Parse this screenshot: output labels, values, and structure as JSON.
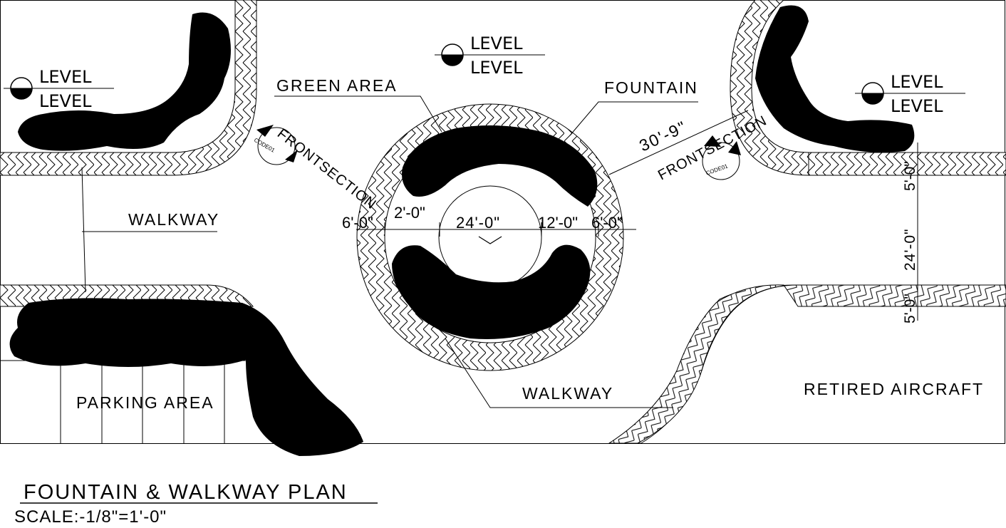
{
  "levels": [
    {
      "top": "LEVEL",
      "bottom": "LEVEL"
    },
    {
      "top": "LEVEL",
      "bottom": "LEVEL"
    },
    {
      "top": "LEVEL",
      "bottom": "LEVEL"
    }
  ],
  "labels": {
    "green_area": "GREEN  AREA",
    "fountain": "FOUNTAIN",
    "walkway_left": "WALKWAY",
    "walkway_bottom": "WALKWAY",
    "parking_area": "PARKING  AREA",
    "retired_aircraft": "RETIRED  AIRCRAFT"
  },
  "sections": [
    {
      "name": "FRONTSECTION",
      "code": "CODE01"
    },
    {
      "name": "FRONTSECTION",
      "code": "CODE01"
    }
  ],
  "dimensions": {
    "radius": "30'-9\"",
    "horizontal": [
      "6'-0\"",
      "2'-0\"",
      "24'-0\"",
      "12'-0\"",
      "6'-0\""
    ],
    "vertical": [
      "5'-0\"",
      "24'-0\"",
      "5'-0\""
    ]
  },
  "title_block": {
    "title": "FOUNTAIN  &  WALKWAY  PLAN",
    "scale": "SCALE:-1/8\"=1'-0\""
  },
  "colors": {
    "line": "#000000",
    "background": "#ffffff"
  }
}
